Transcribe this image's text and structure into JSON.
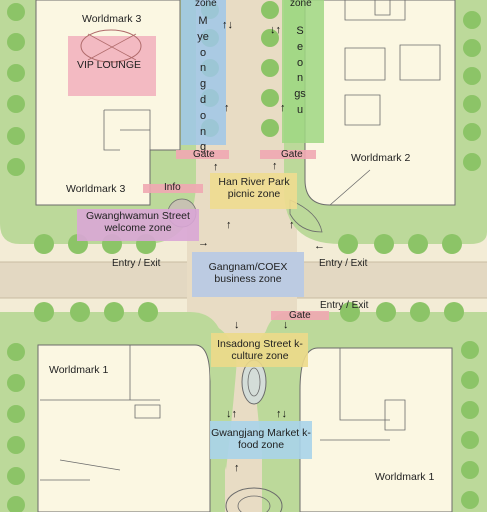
{
  "colors": {
    "background": "#f3ecd6",
    "grass": "#bcd99a",
    "tree": "#8cc467",
    "building": "#fbf7e2",
    "road": "#d8ccb6",
    "vip_lounge": "#f2b3bf",
    "myeongdong": "#9fc7e9",
    "seongsu": "#9fd782",
    "gate": "#f0a7b3",
    "han_river": "#eedc90",
    "gwanghwamun": "#d9a6d6",
    "gangnam": "#bccbe2",
    "insadong": "#ecd98a",
    "gwangjang": "#a8d3ea"
  },
  "labels": {
    "worldmark_3_top": "Worldmark 3",
    "worldmark_3_mid": "Worldmark 3",
    "worldmark_2": "Worldmark 2",
    "worldmark_1_left": "Worldmark 1",
    "worldmark_1_right": "Worldmark 1",
    "vip_lounge": "VIP LOUNGE",
    "info": "Info",
    "gate_left": "Gate",
    "gate_right": "Gate",
    "gate_bottom": "Gate",
    "entry_exit_left": "Entry / Exit",
    "entry_exit_right": "Entry / Exit",
    "entry_exit_lower": "Entry / Exit"
  },
  "zones": {
    "myeongdong_top": "zone",
    "myeongdong_name": "Myeongdong",
    "seongsu_top": "zone",
    "seongsu_name": "Seongsu",
    "han_river": "Han River Park picnic zone",
    "gwanghwamun": "Gwanghwamun Street welcome zone",
    "gangnam": "Gangnam/COEX business zone",
    "insadong": "Insadong Street k-culture zone",
    "gwangjang": "Gwangjang Market k-food zone"
  },
  "arrows": {
    "up": "↑",
    "down": "↓",
    "left": "←",
    "right": "→",
    "up_down": "↑↓",
    "down_up": "↓↑"
  }
}
